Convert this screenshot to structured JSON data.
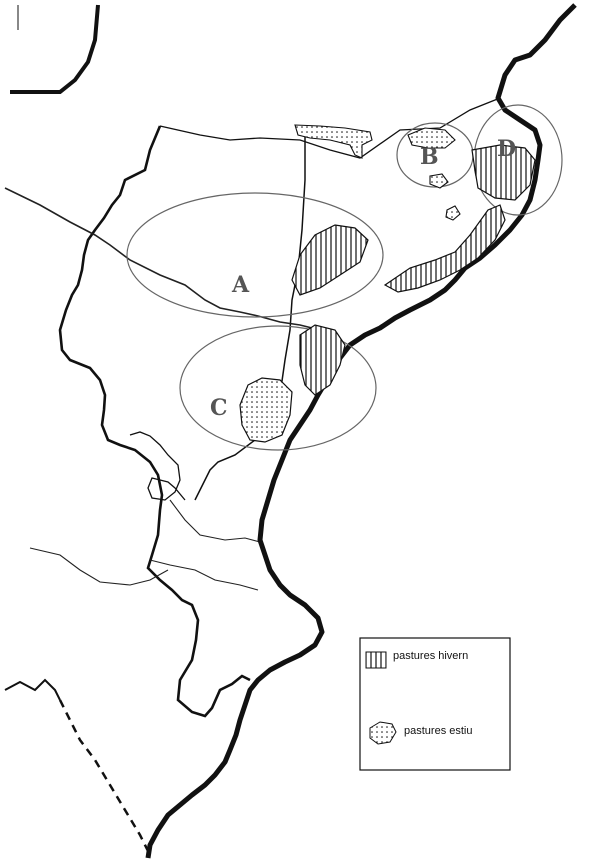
{
  "map": {
    "zones": [
      {
        "id": "A",
        "label": "A"
      },
      {
        "id": "B",
        "label": "B"
      },
      {
        "id": "C",
        "label": "C"
      },
      {
        "id": "D",
        "label": "D"
      }
    ],
    "legend": {
      "items": [
        {
          "key": "winter",
          "label": "pastures hivern",
          "pattern": "vertical-hatch"
        },
        {
          "key": "summer",
          "label": "pastures estiu",
          "pattern": "dotted"
        }
      ]
    },
    "colors": {
      "background": "#ffffff",
      "lines": "#111111",
      "ellipses": "#666666",
      "letters": "#555555"
    }
  }
}
